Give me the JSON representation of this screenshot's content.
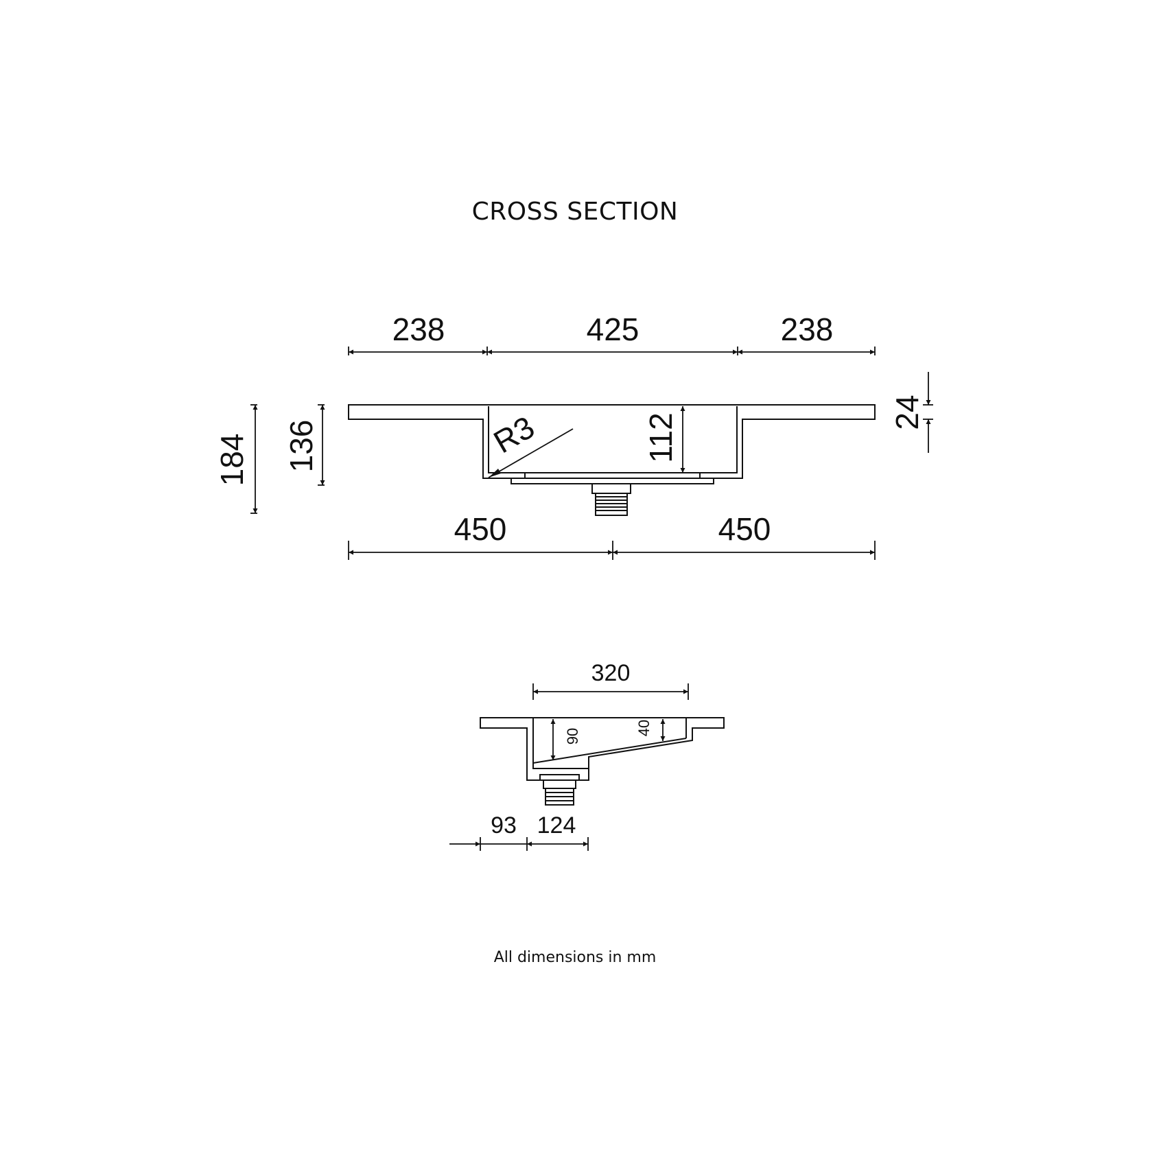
{
  "title": "CROSS SECTION",
  "footnote": "All dimensions in mm",
  "front_view": {
    "top_dimensions": [
      "238",
      "425",
      "238"
    ],
    "bottom_dimensions": [
      "450",
      "450"
    ],
    "overall_height": "184",
    "bowl_depth": "136",
    "inner_depth": "112",
    "deck_thickness": "24",
    "radius": "R3"
  },
  "side_view": {
    "bowl_width": "320",
    "depth_back": "90",
    "depth_front": "40",
    "offset_left": "93",
    "waste_width": "124"
  }
}
